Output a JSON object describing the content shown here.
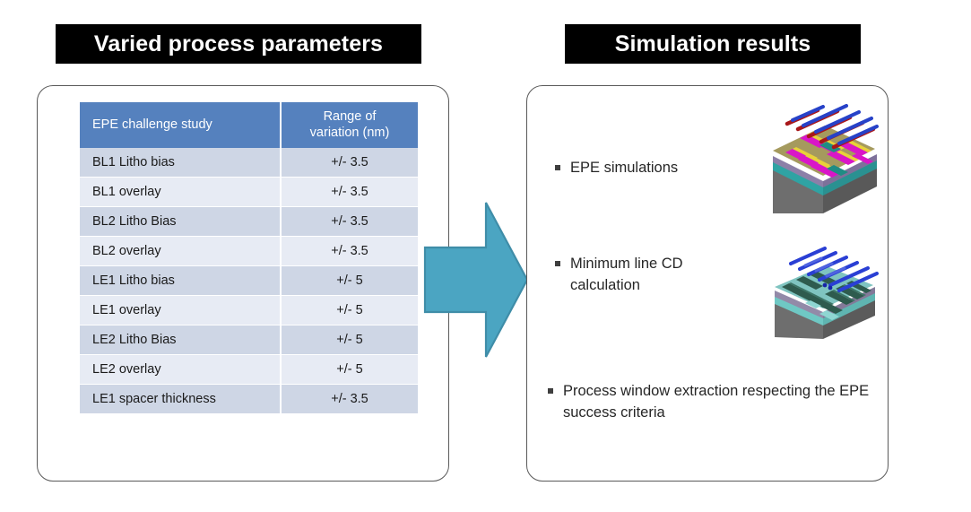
{
  "left_panel": {
    "title": "Varied process parameters",
    "table": {
      "headers": [
        "EPE challenge study",
        "Range of variation (nm)"
      ],
      "header_name": "EPE challenge study",
      "header_range_line1": "Range of",
      "header_range_line2": "variation (nm)",
      "rows": [
        {
          "name": "BL1 Litho bias",
          "range": "+/- 3.5"
        },
        {
          "name": "BL1 overlay",
          "range": "+/- 3.5"
        },
        {
          "name": "BL2 Litho Bias",
          "range": "+/- 3.5"
        },
        {
          "name": "BL2 overlay",
          "range": "+/- 3.5"
        },
        {
          "name": "LE1 Litho bias",
          "range": "+/- 5"
        },
        {
          "name": "LE1 overlay",
          "range": "+/- 5"
        },
        {
          "name": "LE2 Litho Bias",
          "range": "+/- 5"
        },
        {
          "name": "LE2 overlay",
          "range": "+/- 5"
        },
        {
          "name": "LE1 spacer thickness",
          "range": "+/- 3.5"
        }
      ]
    }
  },
  "arrow": {
    "name": "right-arrow",
    "fill": "#4BA5C2",
    "stroke": "#3F8DA8"
  },
  "right_panel": {
    "title": "Simulation results",
    "bullets": [
      {
        "text": "EPE simulations"
      },
      {
        "text": "Minimum line CD calculation"
      },
      {
        "text": "Process window extraction respecting the EPE success criteria"
      }
    ],
    "images": [
      {
        "name": "epe-simulation-3d-render",
        "caption": ""
      },
      {
        "name": "minimum-line-cd-3d-render",
        "caption": ""
      }
    ]
  },
  "colors": {
    "banner_bg": "#000000",
    "banner_text": "#ffffff",
    "table_header_bg": "#5581BE",
    "row_odd_bg": "#CED6E5",
    "row_even_bg": "#E7EBF4",
    "panel_border": "#595959",
    "arrow_fill": "#4BA5C2",
    "page_bg": "#ffffff"
  }
}
